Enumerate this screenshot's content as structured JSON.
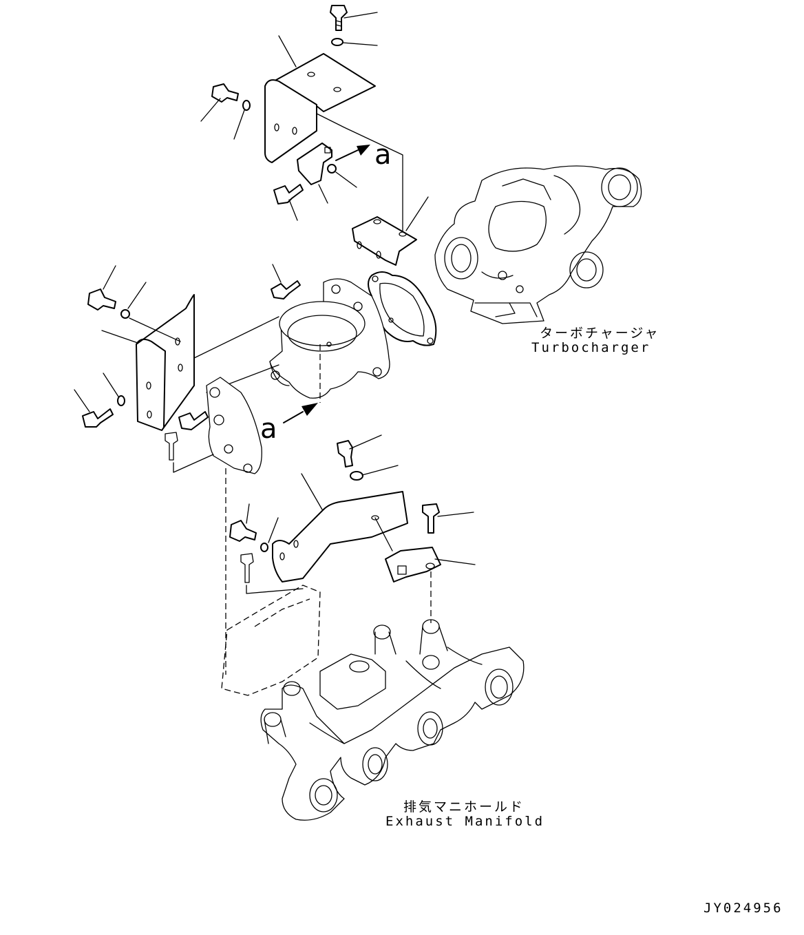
{
  "labels": {
    "turbocharger_jp": "ターボチャージャ",
    "turbocharger_en": "Turbocharger",
    "manifold_jp": "排気マニホールド",
    "manifold_en": "Exhaust Manifold",
    "callout_a": "a",
    "drawing_id": "JY024956"
  }
}
